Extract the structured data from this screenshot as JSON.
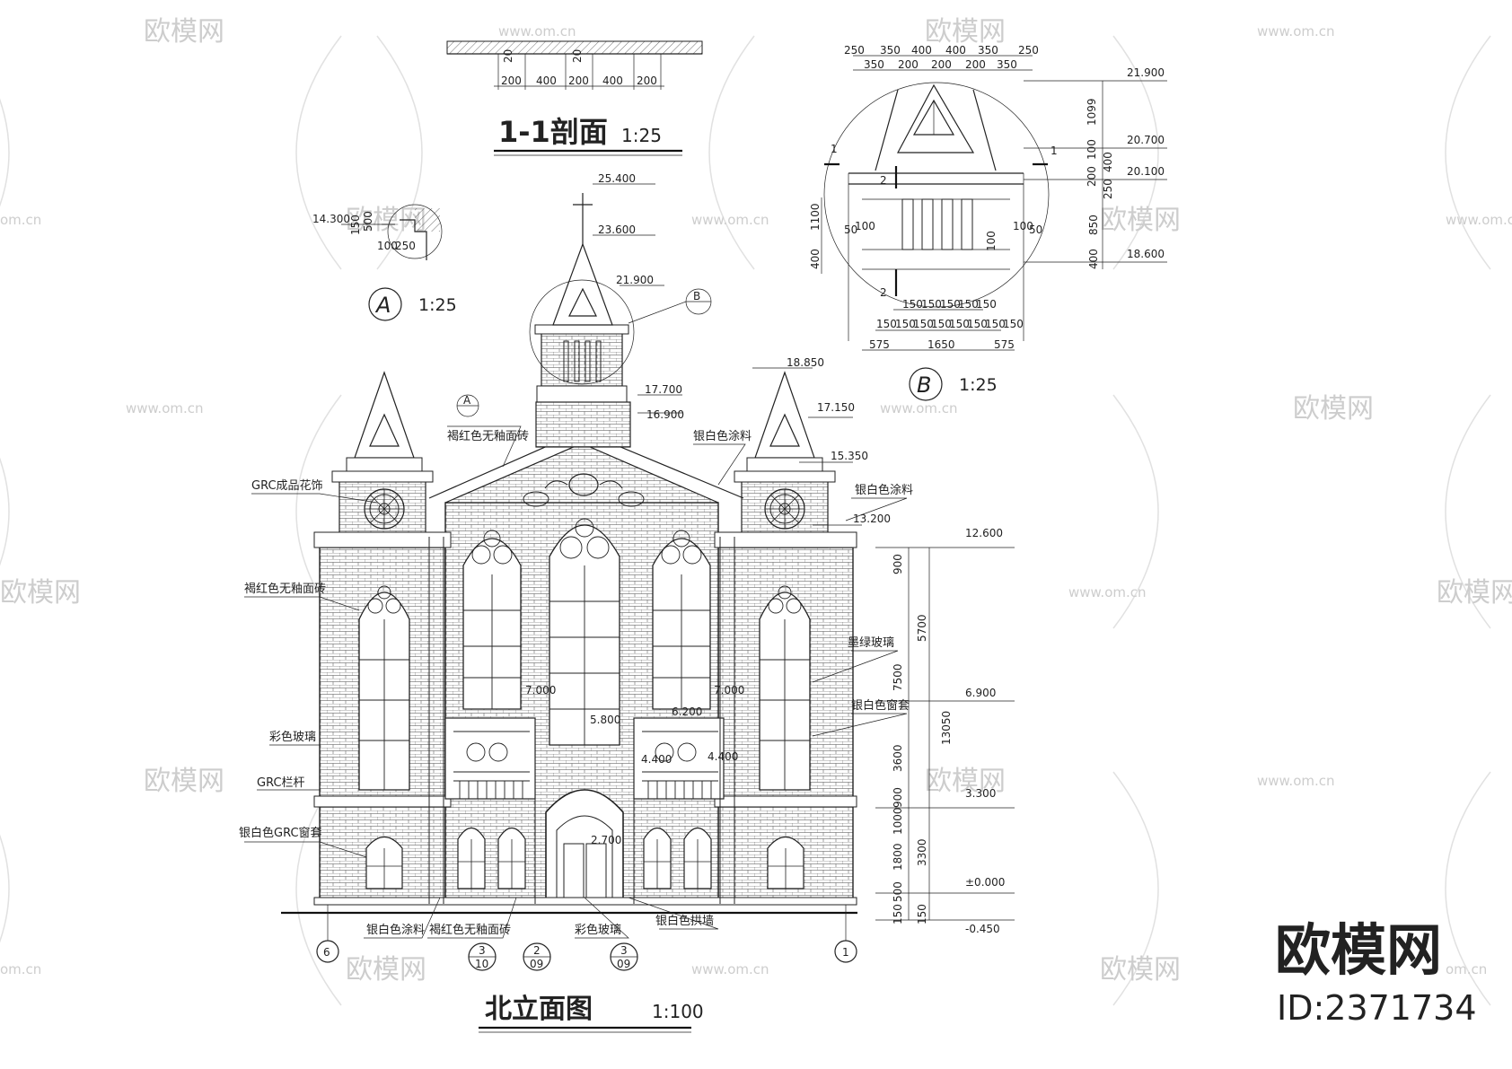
{
  "watermark": {
    "brand": "欧模网",
    "site": "www.om.cn",
    "site_short": "om.cn",
    "wm_partial": "欧模网"
  },
  "logo": {
    "brand_big": "欧模网",
    "id_text": "ID:2371734"
  },
  "section_1_1": {
    "title": "1-1剖面",
    "scale": "1:25",
    "dims": [
      "200",
      "400",
      "200",
      "400",
      "200"
    ],
    "vert": [
      "20",
      "20"
    ]
  },
  "detail_a": {
    "marker": "A",
    "scale": "1:25",
    "elev": "14.300",
    "dims": [
      "100",
      "250",
      "500",
      "150"
    ]
  },
  "detail_b": {
    "marker": "B",
    "scale": "1:25",
    "top_dims": [
      "250",
      "350",
      "400",
      "400",
      "350",
      "250"
    ],
    "top_dims2": [
      "350",
      "200",
      "200",
      "200",
      "350"
    ],
    "right_dims": [
      "1099",
      "100",
      "400",
      "200",
      "250",
      "850",
      "400"
    ],
    "left_dims": [
      "1100",
      "400",
      "50",
      "100"
    ],
    "right_small": [
      "100",
      "50",
      "100"
    ],
    "bottom_dims1": [
      "150",
      "150",
      "150",
      "150",
      "150"
    ],
    "bottom_dims2": [
      "150",
      "150",
      "150",
      "150",
      "150",
      "150",
      "150",
      "150"
    ],
    "bottom_dims3": [
      "575",
      "1650",
      "575"
    ],
    "elevations": [
      "21.900",
      "20.700",
      "20.100",
      "18.600"
    ],
    "cut_1": "1",
    "cut_2": "2"
  },
  "elevation": {
    "title": "北立面图",
    "scale": "1:100",
    "levels": [
      "25.400",
      "23.600",
      "21.900",
      "18.850",
      "17.700",
      "16.900",
      "17.150",
      "15.350",
      "13.200",
      "12.600",
      "6.900",
      "3.300",
      "±0.000",
      "-0.450"
    ],
    "inner_levels": [
      "7.000",
      "7.000",
      "5.800",
      "6.200",
      "4.400",
      "4.400",
      "2.700"
    ],
    "right_dims": [
      "900",
      "5700",
      "7500",
      "3600",
      "900",
      "1000",
      "1800",
      "3300",
      "500",
      "150",
      "150",
      "13050"
    ],
    "labels_left": [
      "GRC成品花饰",
      "褐红色无釉面砖",
      "彩色玻璃",
      "GRC栏杆",
      "银白色GRC窗套"
    ],
    "labels_top": [
      "褐红色无釉面砖",
      "银白色涂料"
    ],
    "labels_right": [
      "银白色涂料",
      "墨绿玻璃",
      "银白色窗套"
    ],
    "labels_bottom": [
      "银白色涂料",
      "褐红色无釉面砖",
      "彩色玻璃",
      "银白色拱墙"
    ],
    "axis_left": "6",
    "axis_right": "1",
    "ref_a": "A",
    "ref_b": "B",
    "ref_3_10": [
      "3",
      "10"
    ],
    "ref_2_09": [
      "2",
      "09"
    ],
    "ref_3_09": [
      "3",
      "09"
    ]
  }
}
